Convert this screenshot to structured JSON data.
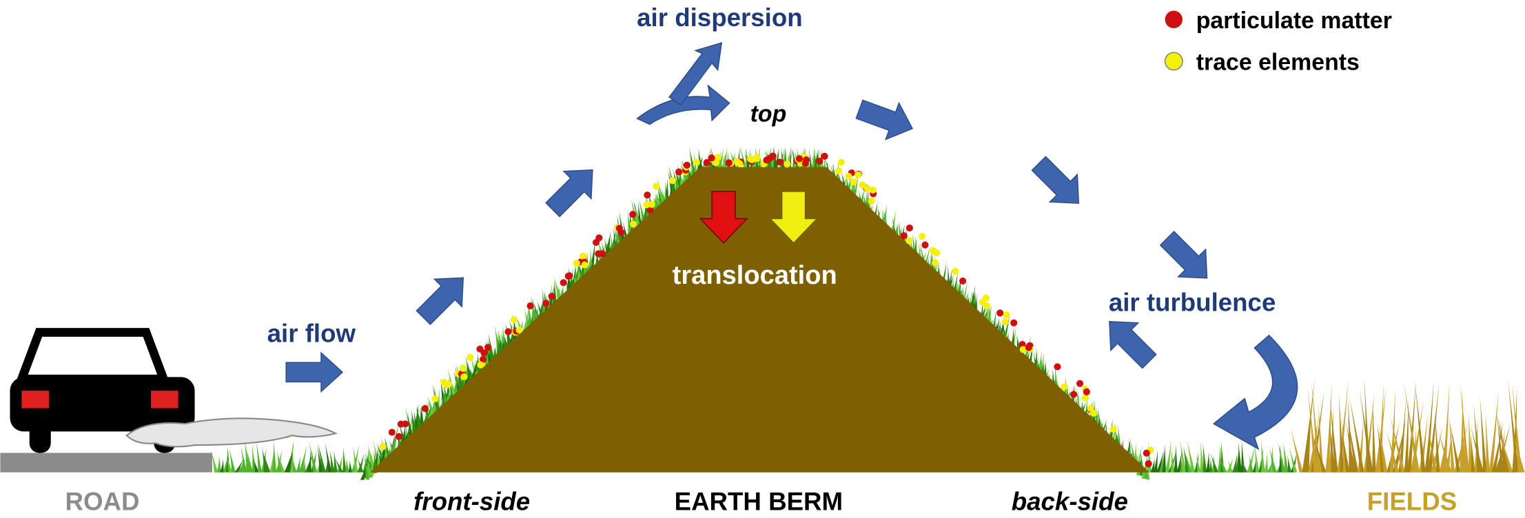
{
  "labels": {
    "air_dispersion": "air dispersion",
    "top": "top",
    "translocation": "translocation",
    "air_flow": "air flow",
    "air_turbulence": "air turbulence"
  },
  "legend": [
    {
      "label": "particulate matter",
      "color": "#d01010"
    },
    {
      "label": "trace elements",
      "color": "#f5f00a"
    }
  ],
  "bottom_labels": {
    "road": "ROAD",
    "front_side": "front-side",
    "earth_berm": "EARTH BERM",
    "back_side": "back-side",
    "fields": "FIELDS"
  },
  "colors": {
    "arrow": "#3d64ad",
    "text_blue": "#1f3a78",
    "soil": "#7f6000",
    "grass": "#3a9a1a",
    "road": "#8c8c8c",
    "fields": "#c7a02a"
  }
}
